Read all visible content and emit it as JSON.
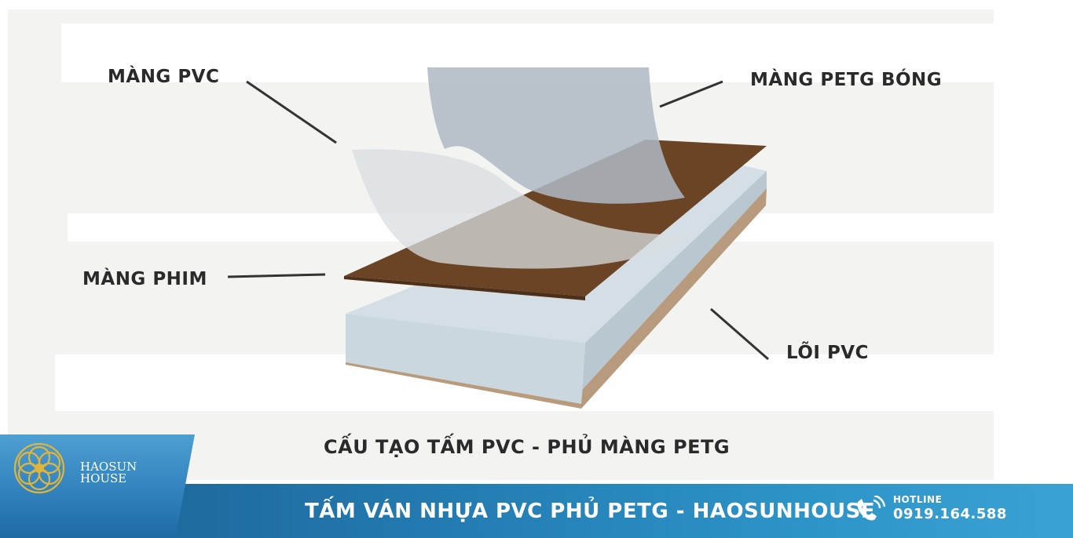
{
  "labels": {
    "pvc_film": "MÀNG PVC",
    "petg_film": "MÀNG PETG BÓNG",
    "decor_film": "MÀNG PHIM",
    "pvc_core": "LÕI PVC"
  },
  "caption": "CẤU TẠO TẤM PVC - PHỦ MÀNG PETG",
  "banner": {
    "title": "TẤM VÁN NHỰA PVC PHỦ PETG - HAOSUNHOUSE",
    "brand_line1": "HAOSUN",
    "brand_line2": "HOUSE",
    "hotline_label": "HOTLINE",
    "hotline_number": "0919.164.588",
    "phone_icon": "phone-icon",
    "logo_icon": "flower-logo-icon"
  },
  "colors": {
    "wood": "#6b4426",
    "core": "#c9d6df",
    "petg_film": "#aeb9c3",
    "pvc_film": "#d8dde0",
    "banner_blue": "#227ab0",
    "logo_gold": "#e0b53c"
  }
}
